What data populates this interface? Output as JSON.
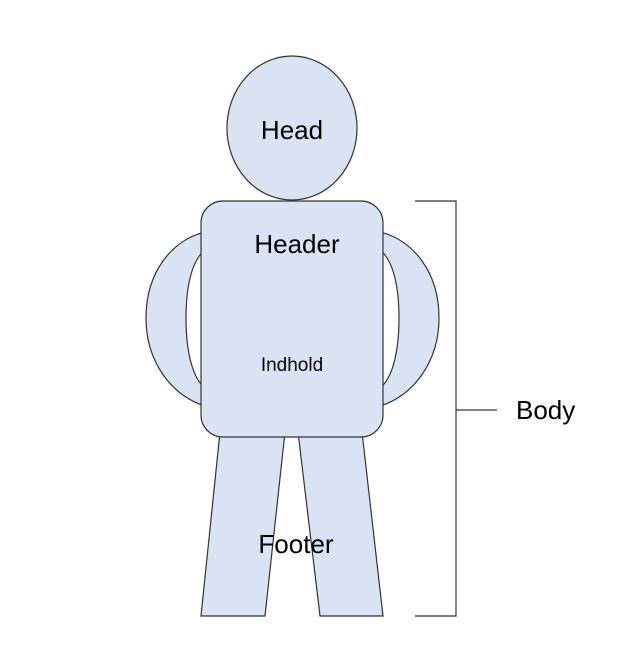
{
  "labels": {
    "head": "Head",
    "header": "Header",
    "content": "Indhold",
    "footer": "Footer",
    "body": "Body"
  },
  "colors": {
    "fill": "#d9e3f3",
    "stroke": "#333333",
    "text": "#000000"
  }
}
